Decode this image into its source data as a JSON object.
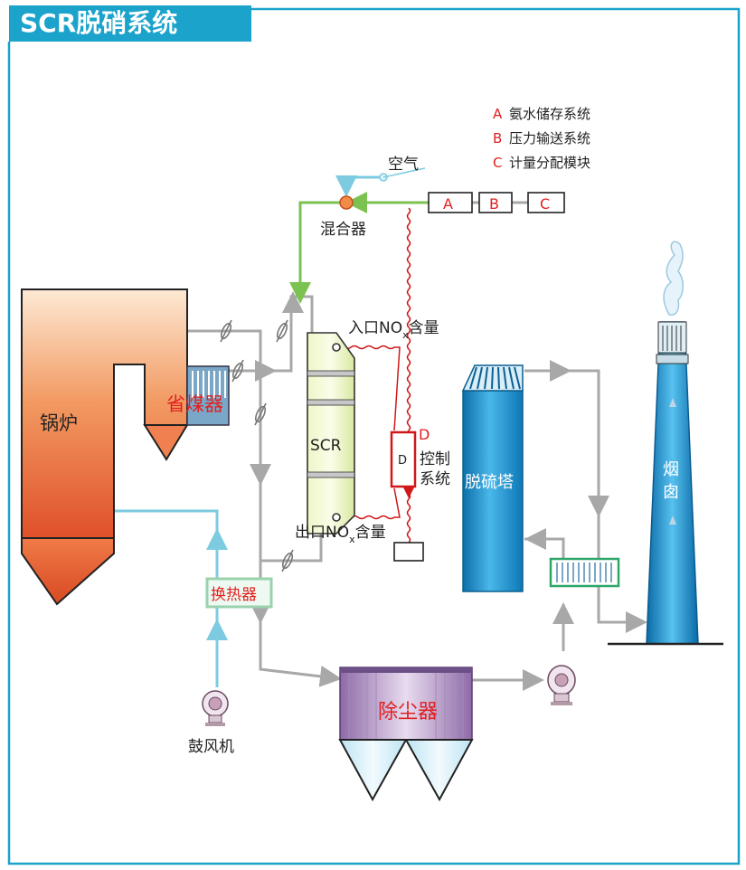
{
  "title": "SCR脱硝系统",
  "legend": [
    {
      "letter": "A",
      "text": "氨水储存系统"
    },
    {
      "letter": "B",
      "text": "压力输送系统"
    },
    {
      "letter": "C",
      "text": "计量分配模块"
    }
  ],
  "boxes": {
    "a": "A",
    "b": "B",
    "c": "C",
    "d": "D"
  },
  "labels": {
    "air": "空气",
    "mixer": "混合器",
    "boiler": "锅炉",
    "economizer": "省煤器",
    "scr": "SCR",
    "inlet_pre": "入口NO",
    "inlet_sub": "x",
    "inlet_post": "含量",
    "outlet_pre": "出口NO",
    "outlet_sub": "x",
    "outlet_post": "含量",
    "d_tag": "D",
    "control_1": "控制",
    "control_2": "系统",
    "desulfurizer": "脱硫塔",
    "chimney_1": "烟",
    "chimney_2": "囱",
    "heat_exchanger": "换热器",
    "blower": "鼓风机",
    "dust_collector": "除尘器"
  },
  "colors": {
    "accent": "#1ba3cb",
    "label_red": "#e02020",
    "pipe_gray": "#a8a8a8",
    "pipe_green": "#7cc251",
    "pipe_blue": "#7ccbe0",
    "signal_red": "#d01818",
    "equipment_blue": "#1a8fc8",
    "exchanger_green": "#2ea66a"
  }
}
